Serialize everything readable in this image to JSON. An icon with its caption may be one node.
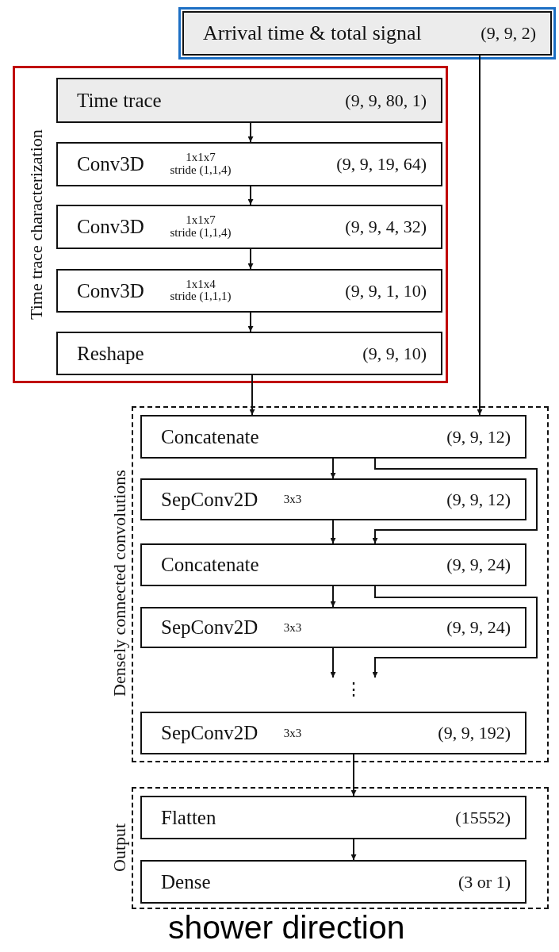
{
  "diagram": {
    "nodes": [
      {
        "text": [
          "Arrival time & total signal",
          "(9, 9, 2)"
        ]
      },
      {
        "text": [
          "Time trace characterization"
        ]
      },
      {
        "text": [
          "Time trace",
          "(9, 9, 80, 1)"
        ],
        "in": 1
      },
      {
        "text": [
          "Conv3D",
          "1x1x7 stride (1,1,4)",
          "(9, 9, 19, 64)"
        ],
        "in": 1
      },
      {
        "text": [
          "Conv3D",
          "1x1x7 stride (1,1,4)",
          "(9, 9, 4, 32)"
        ],
        "in": 1
      },
      {
        "text": [
          "Conv3D",
          "1x1x4 stride (1,1,1)",
          "(9, 9, 1, 10)"
        ],
        "in": 1
      },
      {
        "text": [
          "Reshape",
          "(9, 9, 10)"
        ],
        "in": 1
      },
      {
        "text": [
          "Densely connected convolutions"
        ]
      },
      {
        "text": [
          "Concatenate",
          "(9, 9, 12)"
        ],
        "in": 7
      },
      {
        "text": [
          "SepConv2D",
          "3x3",
          "(9, 9, 12)"
        ],
        "in": 7
      },
      {
        "text": [
          "Concatenate",
          "(9, 9, 24)"
        ],
        "in": 7
      },
      {
        "text": [
          "SepConv2D",
          "3x3",
          "(9, 9, 24)"
        ],
        "in": 7
      },
      {
        "text": [
          "⋮"
        ],
        "in": 7
      },
      {
        "text": [
          "SepConv2D",
          "3x3",
          "(9, 9, 192)"
        ],
        "in": 7
      },
      {
        "text": [
          "Output"
        ]
      },
      {
        "text": [
          "Flatten",
          "(15552)"
        ],
        "in": 14
      },
      {
        "text": [
          "Dense",
          "(3 or 1)"
        ],
        "in": 14
      }
    ],
    "edges": [
      {
        "from": 2,
        "to": 3,
        "arrow": "to"
      },
      {
        "from": 3,
        "to": 4,
        "arrow": "to"
      },
      {
        "from": 4,
        "to": 5,
        "arrow": "to"
      },
      {
        "from": 5,
        "to": 6,
        "arrow": "to"
      },
      {
        "from": 6,
        "to": 8,
        "arrow": "to"
      },
      {
        "from": 0,
        "to": 8,
        "arrow": "to"
      },
      {
        "from": 8,
        "to": 9,
        "arrow": "to"
      },
      {
        "from": 8,
        "to": 10,
        "arrow": "to"
      },
      {
        "from": 9,
        "to": 10,
        "arrow": "to"
      },
      {
        "from": 10,
        "to": 11,
        "arrow": "to"
      },
      {
        "from": 10,
        "to": 12,
        "arrow": "to"
      },
      {
        "from": 11,
        "to": 12,
        "arrow": "to"
      },
      {
        "from": 13,
        "to": 15,
        "arrow": "to"
      },
      {
        "from": 15,
        "to": 16,
        "arrow": "to"
      }
    ],
    "labels": [
      "shower direction"
    ]
  }
}
